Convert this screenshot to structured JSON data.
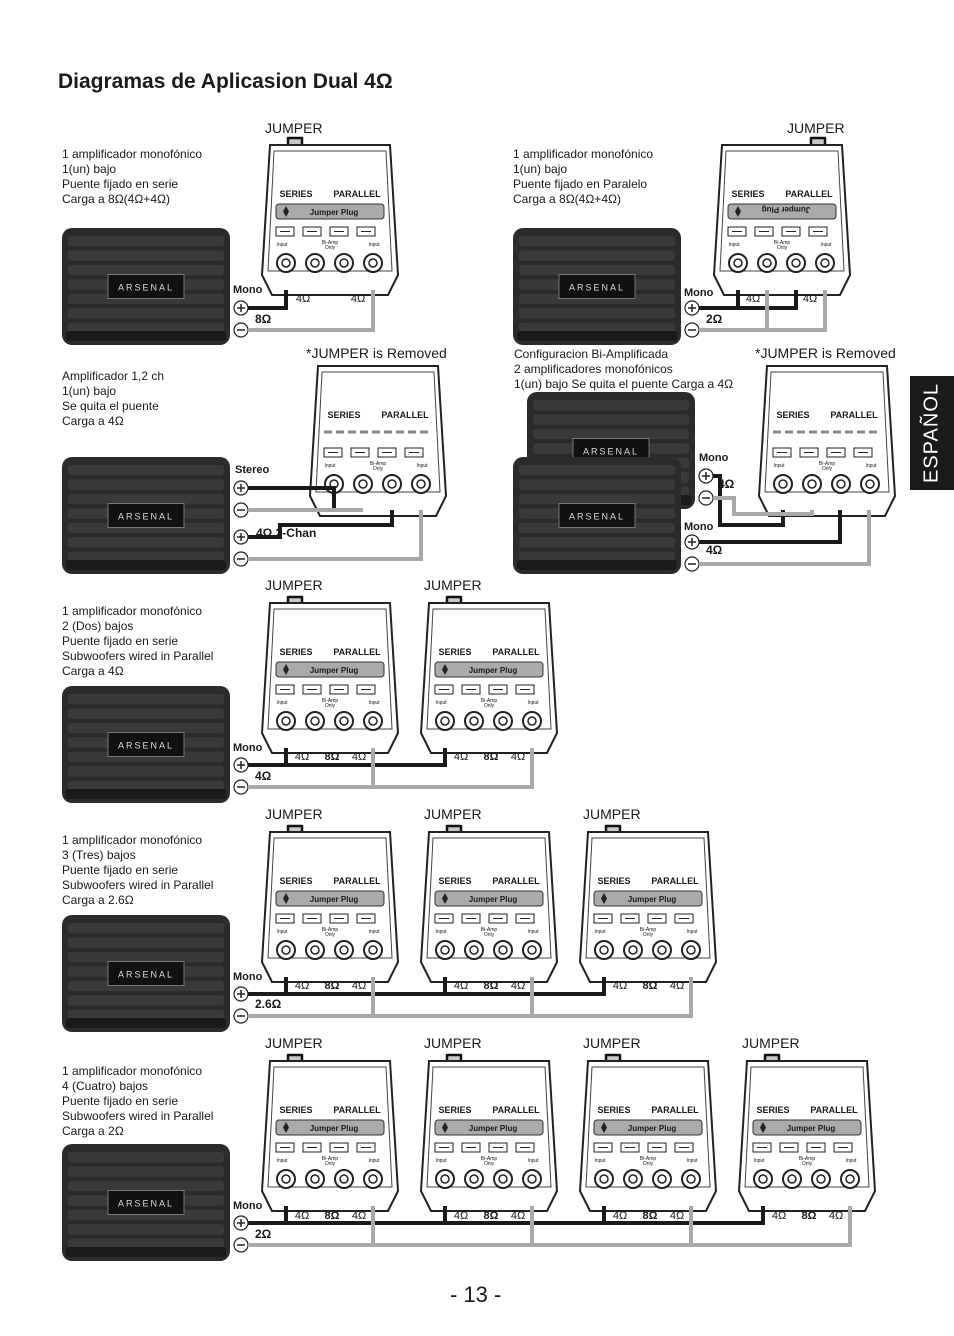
{
  "page": {
    "title": "Diagramas de Aplicasion Dual 4Ω",
    "side_tab": "ESPAÑOL",
    "page_number": "- 13 -"
  },
  "labels": {
    "jumper": "JUMPER",
    "jumper_removed": "*JUMPER is Removed",
    "series": "SERIES",
    "parallel": "PARALLEL",
    "jumper_plug": "Jumper Plug",
    "input": "Input",
    "bi_amp": "Bi-Amp",
    "only": "Only",
    "brand": "ARSENAL",
    "four_ohm": "4Ω",
    "eight_ohm": "8Ω"
  },
  "diagrams": [
    {
      "id": "d1",
      "desc": [
        "1 amplificador monofónico",
        "1(un) bajo",
        "Puente fijado en serie",
        "Carga a 8Ω(4Ω+4Ω)"
      ],
      "mode": "Mono",
      "load": "8Ω"
    },
    {
      "id": "d2",
      "desc": [
        "1 amplificador monofónico",
        "1(un) bajo",
        "Puente fijado en Paralelo",
        "Carga a 8Ω(4Ω+4Ω)"
      ],
      "mode": "Mono",
      "load": "2Ω"
    },
    {
      "id": "d3",
      "desc": [
        "Amplificador 1,2 ch",
        "1(un) bajo",
        "Se quita el puente",
        "Carga a 4Ω"
      ],
      "mode": "Stereo",
      "load": "4Ω 2-Chan"
    },
    {
      "id": "d4",
      "desc": [
        "Configuracion Bi-Amplificada",
        "2 amplificadores monofónicos",
        "1(un) bajo Se quita el puente Carga a 4Ω"
      ],
      "mode": "Mono",
      "mode2": "Mono",
      "load": "4Ω",
      "load2": "4Ω"
    },
    {
      "id": "d5",
      "desc": [
        "1 amplificador monofónico",
        "2 (Dos) bajos",
        "Puente fijado en serie",
        "Subwoofers wired in Parallel",
        "Carga a 4Ω"
      ],
      "mode": "Mono",
      "load": "4Ω"
    },
    {
      "id": "d6",
      "desc": [
        "1 amplificador monofónico",
        "3 (Tres) bajos",
        "Puente fijado en serie",
        "Subwoofers wired in Parallel",
        "Carga a 2.6Ω"
      ],
      "mode": "Mono",
      "load": "2.6Ω"
    },
    {
      "id": "d7",
      "desc": [
        "1 amplificador monofónico",
        "4 (Cuatro) bajos",
        "Puente fijado en serie",
        "Subwoofers wired in Parallel",
        "Carga a 2Ω"
      ],
      "mode": "Mono",
      "load": "2Ω"
    }
  ],
  "colors": {
    "wire_positive": "#1a1a1a",
    "wire_negative": "#a9a9a9",
    "amp_body": "#2b2b2b",
    "tab_bg": "#1a1a1a"
  }
}
